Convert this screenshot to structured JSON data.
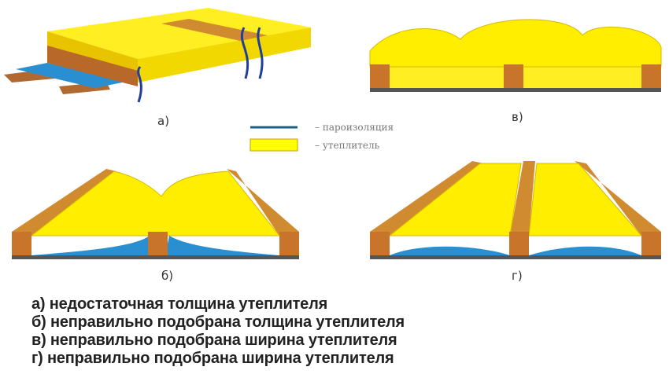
{
  "panels": {
    "a": {
      "label": "а)"
    },
    "b": {
      "label": "б)"
    },
    "v": {
      "label": "в)"
    },
    "g": {
      "label": "г)"
    }
  },
  "legend": [
    {
      "symbol": "blue-line",
      "color": "#1b6fa8",
      "text": "– пароизоляция"
    },
    {
      "symbol": "yellow-rect",
      "color": "#ffff00",
      "text": "– утеплитель"
    }
  ],
  "captions": [
    "а) недостаточная толщина утеплителя",
    "б) неправильно подобрана толщина утеплителя",
    "в) неправильно подобрана ширина утеплителя",
    "г) неправильно подобрана ширина утеплителя"
  ],
  "colors": {
    "insulation": "#ffee00",
    "vapor_barrier": "#2a8fd0",
    "wood": "#c8742a",
    "arrow": "#1f3f9a"
  }
}
